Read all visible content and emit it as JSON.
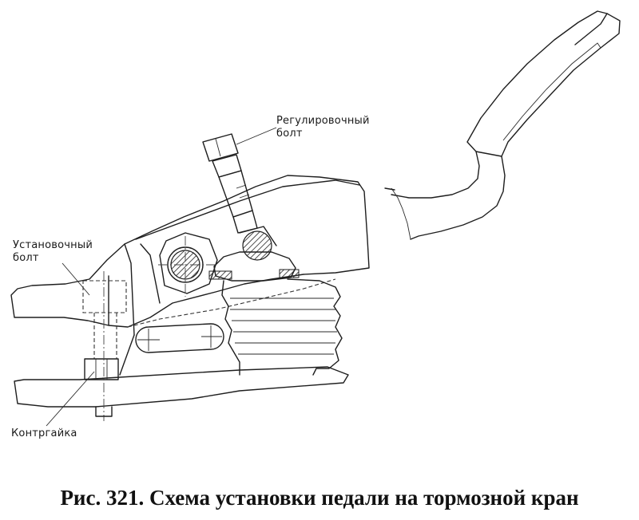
{
  "labels": {
    "adjusting_bolt_line1": "Регулировочный",
    "adjusting_bolt_line2": "болт",
    "mounting_bolt_line1": "Установочный",
    "mounting_bolt_line2": "болт",
    "locknut": "Контргайка"
  },
  "caption": "Рис. 321. Схема установки педали на тормозной кран",
  "colors": {
    "ink": "#1e1e1e",
    "background": "#ffffff"
  }
}
